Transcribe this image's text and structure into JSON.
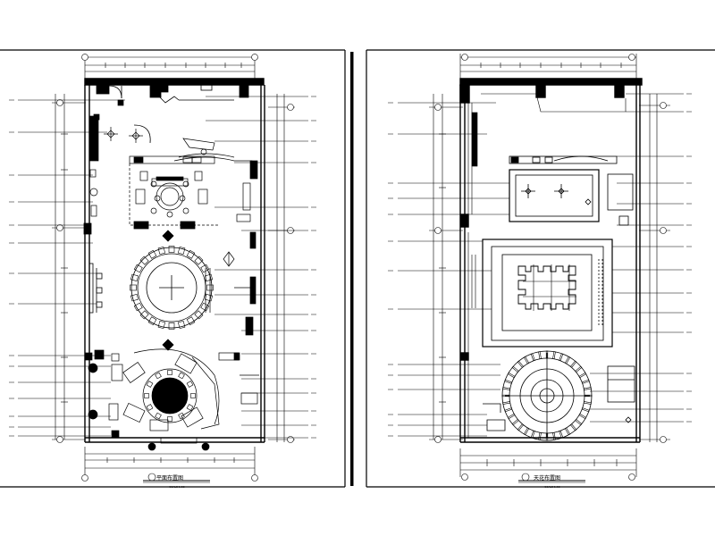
{
  "sheets": [
    {
      "title": "平面布置图",
      "scale": "SCALE 1:50"
    },
    {
      "title": "天花布置图",
      "scale": "SCALE 1:50"
    }
  ]
}
